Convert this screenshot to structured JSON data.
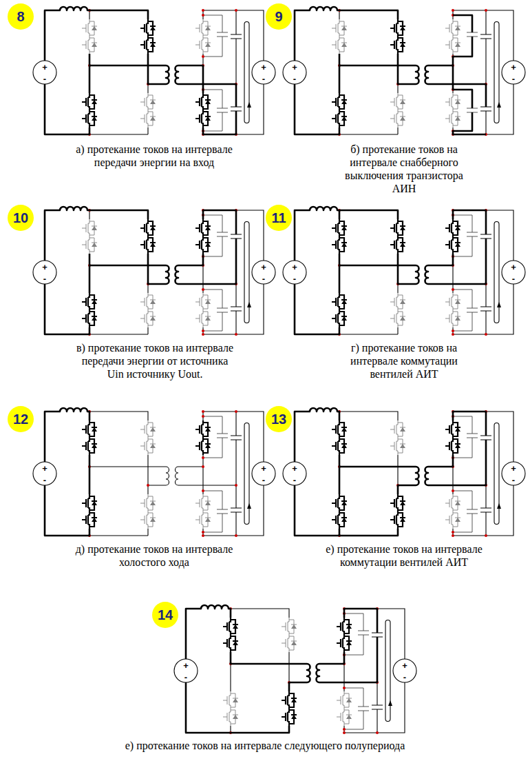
{
  "diagram": {
    "nodes": [
      {
        "text": [
          "8"
        ]
      },
      {
        "text": [
          "9"
        ]
      },
      {
        "text": [
          "10"
        ]
      },
      {
        "text": [
          "11"
        ]
      },
      {
        "text": [
          "12"
        ]
      },
      {
        "text": [
          "13"
        ]
      },
      {
        "text": [
          "14"
        ]
      }
    ],
    "labels": [
      "+",
      "-",
      "+",
      "-",
      "а) протекание токов на интервале передачи энергии на вход",
      "+",
      "-",
      "+",
      "-",
      "б) протекание токов на интервале снабберного выключения транзистора АИН",
      "+",
      "-",
      "+",
      "-",
      "в) протекание токов на интервале передачи энергии от источника Uin источнику Uout.",
      "+",
      "-",
      "+",
      "-",
      "г) протекание токов на интервале коммутации вентилей АИТ",
      "+",
      "-",
      "+",
      "-",
      "д) протекание токов на интервале холостого хода",
      "+",
      "-",
      "+",
      "-",
      "е) протекание токов на интервале коммутации вентилей АИТ",
      "+",
      "-",
      "+",
      "-",
      "е) протекание токов на интервале следующего полупериода"
    ]
  }
}
